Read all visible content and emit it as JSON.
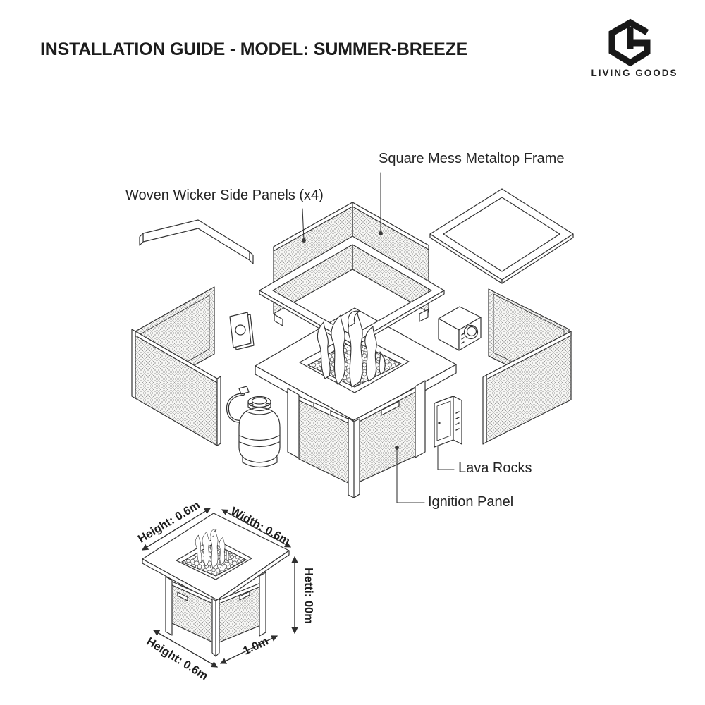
{
  "header": {
    "title": "INSTALLATION GUIDE - MODEL: SUMMER-BREEZE"
  },
  "brand": {
    "logo_icon": "lg-hexagon-monogram",
    "name": "LIVING GOODS"
  },
  "part_labels": {
    "top_frame": "Square Mess Metaltop Frame",
    "side_panels": "Woven Wicker Side Panels (x4)",
    "lava_rocks": "Lava Rocks",
    "ignition_panel": "Ignition Panel"
  },
  "dimension_labels": {
    "top_left": "Height: 0.6m",
    "top_right": "Width: 0.6m",
    "right": "Hetti: 00m",
    "bottom_left": "Height: 0.6m",
    "bottom_right": "1.0m"
  },
  "colors": {
    "background": "#ffffff",
    "line": "#333333",
    "text": "#1d1d1d",
    "wicker_hatch": "#9b9b9b"
  }
}
